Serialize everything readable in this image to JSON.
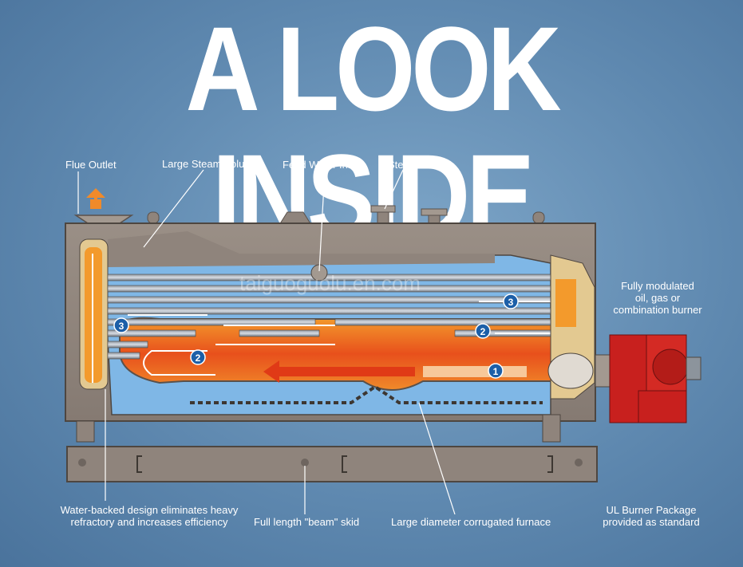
{
  "title": "A LOOK INSIDE",
  "watermark": "taiguoguolu.en.com",
  "labels": {
    "flue_outlet": "Flue Outlet",
    "steam_volume": "Large Steam Volume",
    "feed_water": "Feed Water Inlet",
    "steam_outlet": "Steam Outlet",
    "burner": [
      "Fully modulated",
      "oil, gas or",
      "combination burner"
    ],
    "water_backed": [
      "Water-backed design eliminates heavy",
      "refractory and increases efficiency"
    ],
    "beam_skid": "Full length \"beam\" skid",
    "corrugated": "Large diameter corrugated furnace",
    "ul_burner": [
      "UL Burner Package",
      "provided as standard"
    ]
  },
  "pass_markers": [
    "1",
    "2",
    "2",
    "3",
    "3"
  ],
  "colors": {
    "background": "#5f89b0",
    "shell": "#8f847c",
    "fire": "#e8501c",
    "water": "#7fb7e6",
    "burner": "#c8201e"
  }
}
